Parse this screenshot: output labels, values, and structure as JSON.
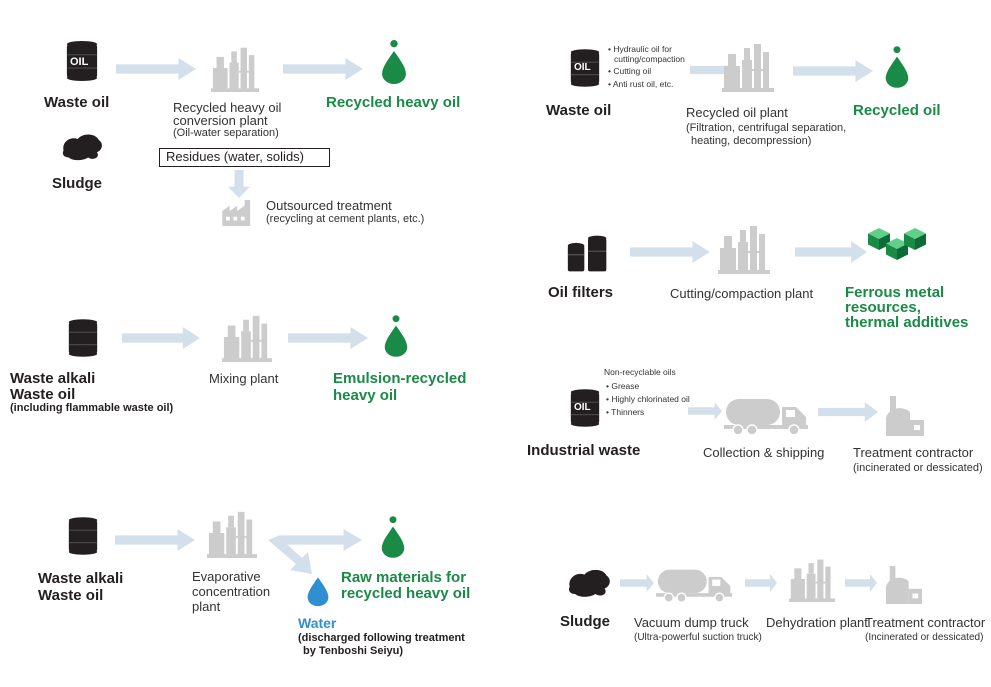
{
  "colors": {
    "output_green": "#1a8a47",
    "water_blue": "#2f8fd0",
    "arrow": "#d3e0ec",
    "plant_gray": "#cccccc",
    "ink": "#231f20"
  },
  "icons": {
    "drum": "oil-drum-icon",
    "sludge": "sludge-blob-icon",
    "plant": "plant-icon",
    "droplet": "droplet-icon",
    "factory": "factory-icon",
    "cubes": "cubes-icon",
    "filters": "oil-filter-icon",
    "truck": "tanker-truck-icon",
    "incinerator": "incinerator-icon"
  },
  "drum_label": "OIL",
  "flow1": {
    "input1": "Waste oil",
    "input2": "Sludge",
    "process_line1": "Recycled heavy oil",
    "process_line2": "conversion plant",
    "process_line3": "(Oil-water separation)",
    "output": "Recycled heavy oil",
    "residue": "Residues (water, solids)",
    "outsourced_line1": "Outsourced treatment",
    "outsourced_line2": "(recycling at cement plants, etc.)"
  },
  "flow2": {
    "input_line1": "Waste alkali",
    "input_line2": "Waste oil",
    "input_line3": "(including flammable waste oil)",
    "process": "Mixing plant",
    "output_line1": "Emulsion-recycled",
    "output_line2": "heavy oil"
  },
  "flow3": {
    "input_line1": "Waste alkali",
    "input_line2": "Waste oil",
    "process_line1": "Evaporative",
    "process_line2": "concentration",
    "process_line3": "plant",
    "output_line1": "Raw materials for",
    "output_line2": "recycled heavy oil",
    "water": "Water",
    "water_note_line1": "(discharged following treatment",
    "water_note_line2": "by Tenboshi Seiyu)"
  },
  "flow4": {
    "input": "Waste oil",
    "notes": [
      "• Hydraulic oil for",
      "cutting/compaction",
      "• Cutting oil",
      "• Anti rust oil, etc."
    ],
    "process": "Recycled oil plant",
    "process_note_line1": "(Filtration, centrifugal separation,",
    "process_note_line2": "heating, decompression)",
    "output": "Recycled oil"
  },
  "flow5": {
    "input": "Oil filters",
    "process": "Cutting/compaction plant",
    "output_line1": "Ferrous metal",
    "output_line2": "resources,",
    "output_line3": "thermal additives"
  },
  "flow6": {
    "notes_title": "Non-recyclable oils",
    "notes": [
      "• Grease",
      "• Highly chlorinated oil",
      "• Thinners"
    ],
    "input": "Industrial waste",
    "process": "Collection & shipping",
    "output": "Treatment contractor",
    "output_note": "(incinerated or dessicated)"
  },
  "flow7": {
    "input": "Sludge",
    "step1": "Vacuum dump truck",
    "step1_note": "(Ultra-powerful suction truck)",
    "step2": "Dehydration plant",
    "output": "Treatment contractor",
    "output_note": "(Incinerated or dessicated)"
  }
}
